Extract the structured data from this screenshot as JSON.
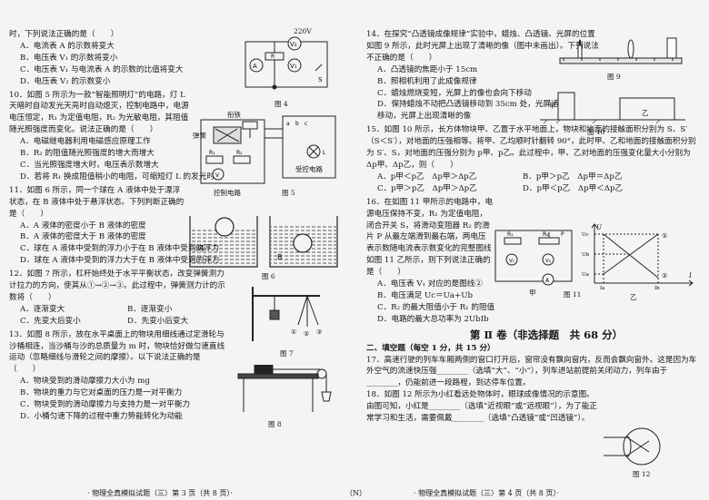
{
  "left": {
    "q9_tail": {
      "stem": "时，下列说法正确的是（　　）",
      "options": [
        "A．电流表 A 的示数将变大",
        "B．电压表 V₁ 的示数将变小",
        "C．电压表 V₁ 与电流表 A 的示数的比值将变大",
        "D．电压表 V₂ 的示数变小"
      ],
      "fig_caption": "图 4",
      "fig_voltage": "220V"
    },
    "q10": {
      "stem": "10．如图 5 所示为一款“智能照明灯”的电路，灯 L 天暗时自动发光天亮时自动熄灭，控制电路中，电源电压恒定，R₁ 为定值电阻，R₂ 为光敏电阻，其阻值随光照强度而变化。说法正确的是（　　）",
      "options": [
        "A．电磁继电器利用电磁感应原理工作",
        "B．R₂ 的阻值随光照强度的增大而增大",
        "C．当光照强度增大时，电压表示数增大",
        "D．若将 R₁ 换成阻值稍小的电阻，可缩短灯 L 的发光时间"
      ],
      "fig_caption": "图 5",
      "fig_label_ctrl": "控制电路",
      "fig_label_work": "受控电路",
      "fig_label_spring": "弹簧",
      "fig_label_iron": "衔铁"
    },
    "q11": {
      "stem": "11．如图 6 所示，同一个球在 A 液体中处于漂浮状态，在 B 液体中处于悬浮状态。下列判断正确的是（　　）",
      "options": [
        "A．A 液体的密度小于 B 液体的密度",
        "B．A 液体的密度大于 B 液体的密度",
        "C．球在 A 液体中受到的浮力小于在 B 液体中受到的浮力",
        "D．球在 A 液体中受到的浮力大于在 B 液体中受到的浮力"
      ],
      "fig_caption": "图 6",
      "fig_label_a": "A",
      "fig_label_b": "B"
    },
    "q12": {
      "stem": "12．如图 7 所示，杠杆始终处于水平平衡状态，改变弹簧测力计拉力的方向，使其从①→②→③。此过程中，弹簧测力计的示数将（　　）",
      "options_row1": [
        "A．逐渐变大",
        "B．逐渐变小"
      ],
      "options_row2": [
        "C．先变大后变小",
        "D．先变小后变大"
      ],
      "fig_caption": "图 7"
    },
    "q13": {
      "stem": "13．如图 8 所示，放在水平桌面上的物块用细线通过定滑轮与沙桶相连，当沙桶与沙的总质量为 m 时，物块恰好做匀速直线运动（忽略细线与滑轮之间的摩擦）。以下说法正确的是（　　）",
      "options": [
        "A．物块受到的滑动摩擦力大小为 mg",
        "B．物块的重力与它对桌面的压力是一对平衡力",
        "C．物块受到的滑动摩擦力与支持力是一对平衡力",
        "D．小桶匀速下降的过程中重力势能转化为动能"
      ],
      "fig_caption": "图 8"
    },
    "footer": "· 物理全真模拟试题（三）第 3 页（共 8 页）·"
  },
  "center_mark": "（N）",
  "right": {
    "q14": {
      "stem": "14．在探究“凸透镜成像规律”实验中，蜡烛、凸透镜、光屏的位置如图 9 所示，此时光屏上出现了清晰的像（图中未画出）。下列说法不正确的是（　　）",
      "options": [
        "A．凸透镜的焦距小于 15cm",
        "B．照相机利用了此成像规律",
        "C．蜡烛燃烧变短，光屏上的像也会向下移动",
        "D．保持蜡烛不动把凸透镜移动到 35cm 处，光屏适当移动，光屏上出现清晰的像"
      ],
      "fig9_caption": "图 9",
      "fig10_caption": "图 10",
      "fig10_a": "甲",
      "fig10_b": "乙"
    },
    "q15": {
      "stem": "15．如图 10 所示，长方体物块甲、乙置于水平地面上，物块和地面的接触面积分别为 S、S′（S＜S′），对地面的压强相等。将甲、乙均顺时针翻转 90°，此时甲、乙和地面的接触面积分别为 S′、S，对地面的压强分别为 p甲、p乙。此过程中，甲、乙对地面的压强变化量大小分别为 Δp甲、Δp乙，则（　　）",
      "options_row1": [
        "A．p甲＜p乙　Δp甲＞Δp乙",
        "B．p甲＞p乙　Δp甲＝Δp乙"
      ],
      "options_row2": [
        "C．p甲＞p乙　Δp甲＞Δp乙",
        "D．p甲＜p乙　Δp甲＜Δp乙"
      ]
    },
    "q16": {
      "stem": "16．在如图 11 甲所示的电路中，电源电压保持不变，R₁ 为定值电阻，闭合开关 S，将滑动变阻器 R₂ 的滑片 P 从最左端滑到最右端，两电压表示数随电流表示数变化的完整图线如图 11 乙所示，则下列说法正确的是（　　）",
      "options": [
        "A．电压表 V₁ 对应的是图线②",
        "B．电压满足 Uc＝Ua+Ub",
        "C．R₂ 的最大阻值小于 R₁ 的阻值",
        "D．电路的最大总功率为 2UbIb"
      ],
      "fig_caption": "图 11",
      "fig_sub_a": "甲",
      "fig_sub_b": "乙",
      "graph_axis_u": "U",
      "graph_axis_i": "I",
      "graph_ticks_u": [
        "Uc",
        "Ub",
        "Ua"
      ],
      "graph_ticks_i": [
        "Ia",
        "Ib"
      ],
      "graph_lines": [
        "①",
        "②"
      ]
    },
    "section2": {
      "title": "第 Ⅱ 卷（非选择题　共 68 分）",
      "sub": "二、填空题（每空 1 分，共 15 分）"
    },
    "q17": {
      "stem": "17．高速行驶的列车车厢两侧的窗口打开后，窗帘没有飘向窗内，反而会飘向窗外。这是因为车外空气的流速快压强________（选填“大”、“小”），列车进站前提前关闭动力，列车由于________，仍能前进一段路程，到达停车位置。"
    },
    "q18": {
      "stem": "18．如图 12 所示为小红看远处物体时，眼球成像情况的示意图。由图可知，小红是________（选填“近视眼”或“远视眼”），为了能正常学习和生活，需要佩戴________（选填“凸透镜”或“凹透镜”）。",
      "fig_caption": "图 12"
    },
    "footer": "· 物理全真模拟试题（三）第 4 页（共 8 页）·"
  }
}
